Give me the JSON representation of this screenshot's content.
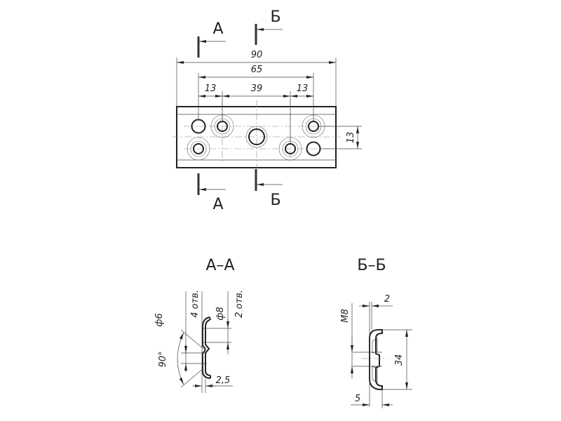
{
  "plan_view": {
    "section_a_label": "А",
    "section_b_label": "Б",
    "dims": {
      "overall_length": "90",
      "hole_span": "65",
      "left_pitch": "13",
      "middle_pitch": "39",
      "right_pitch": "13",
      "row_spacing": "13"
    }
  },
  "section_a": {
    "title": "А–А",
    "hole_small_dia": "ф6",
    "hole_small_count": "4 отв.",
    "hole_large_dia": "ф8",
    "hole_large_count": "2 отв.",
    "countersink_angle": "90°",
    "thickness": "2,5"
  },
  "section_b": {
    "title": "Б–Б",
    "thread": "М8",
    "wall": "2",
    "height": "34",
    "depth": "5"
  }
}
